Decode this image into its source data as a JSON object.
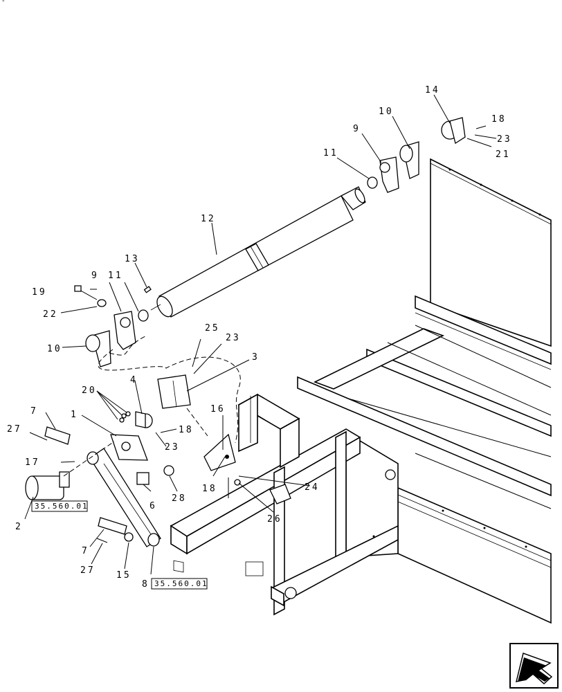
{
  "corner_mark": "-",
  "callouts": [
    "1",
    "2",
    "3",
    "4",
    "6",
    "7",
    "7",
    "8",
    "9",
    "9",
    "10",
    "10",
    "11",
    "11",
    "12",
    "13",
    "14",
    "15",
    "16",
    "17",
    "18",
    "18",
    "18",
    "19",
    "20",
    "21",
    "22",
    "23",
    "23",
    "23",
    "24",
    "25",
    "26",
    "27",
    "27",
    "28"
  ],
  "references": [
    "35.560.01",
    "35.560.01"
  ],
  "nav_icon": "next-page-arrow-icon"
}
